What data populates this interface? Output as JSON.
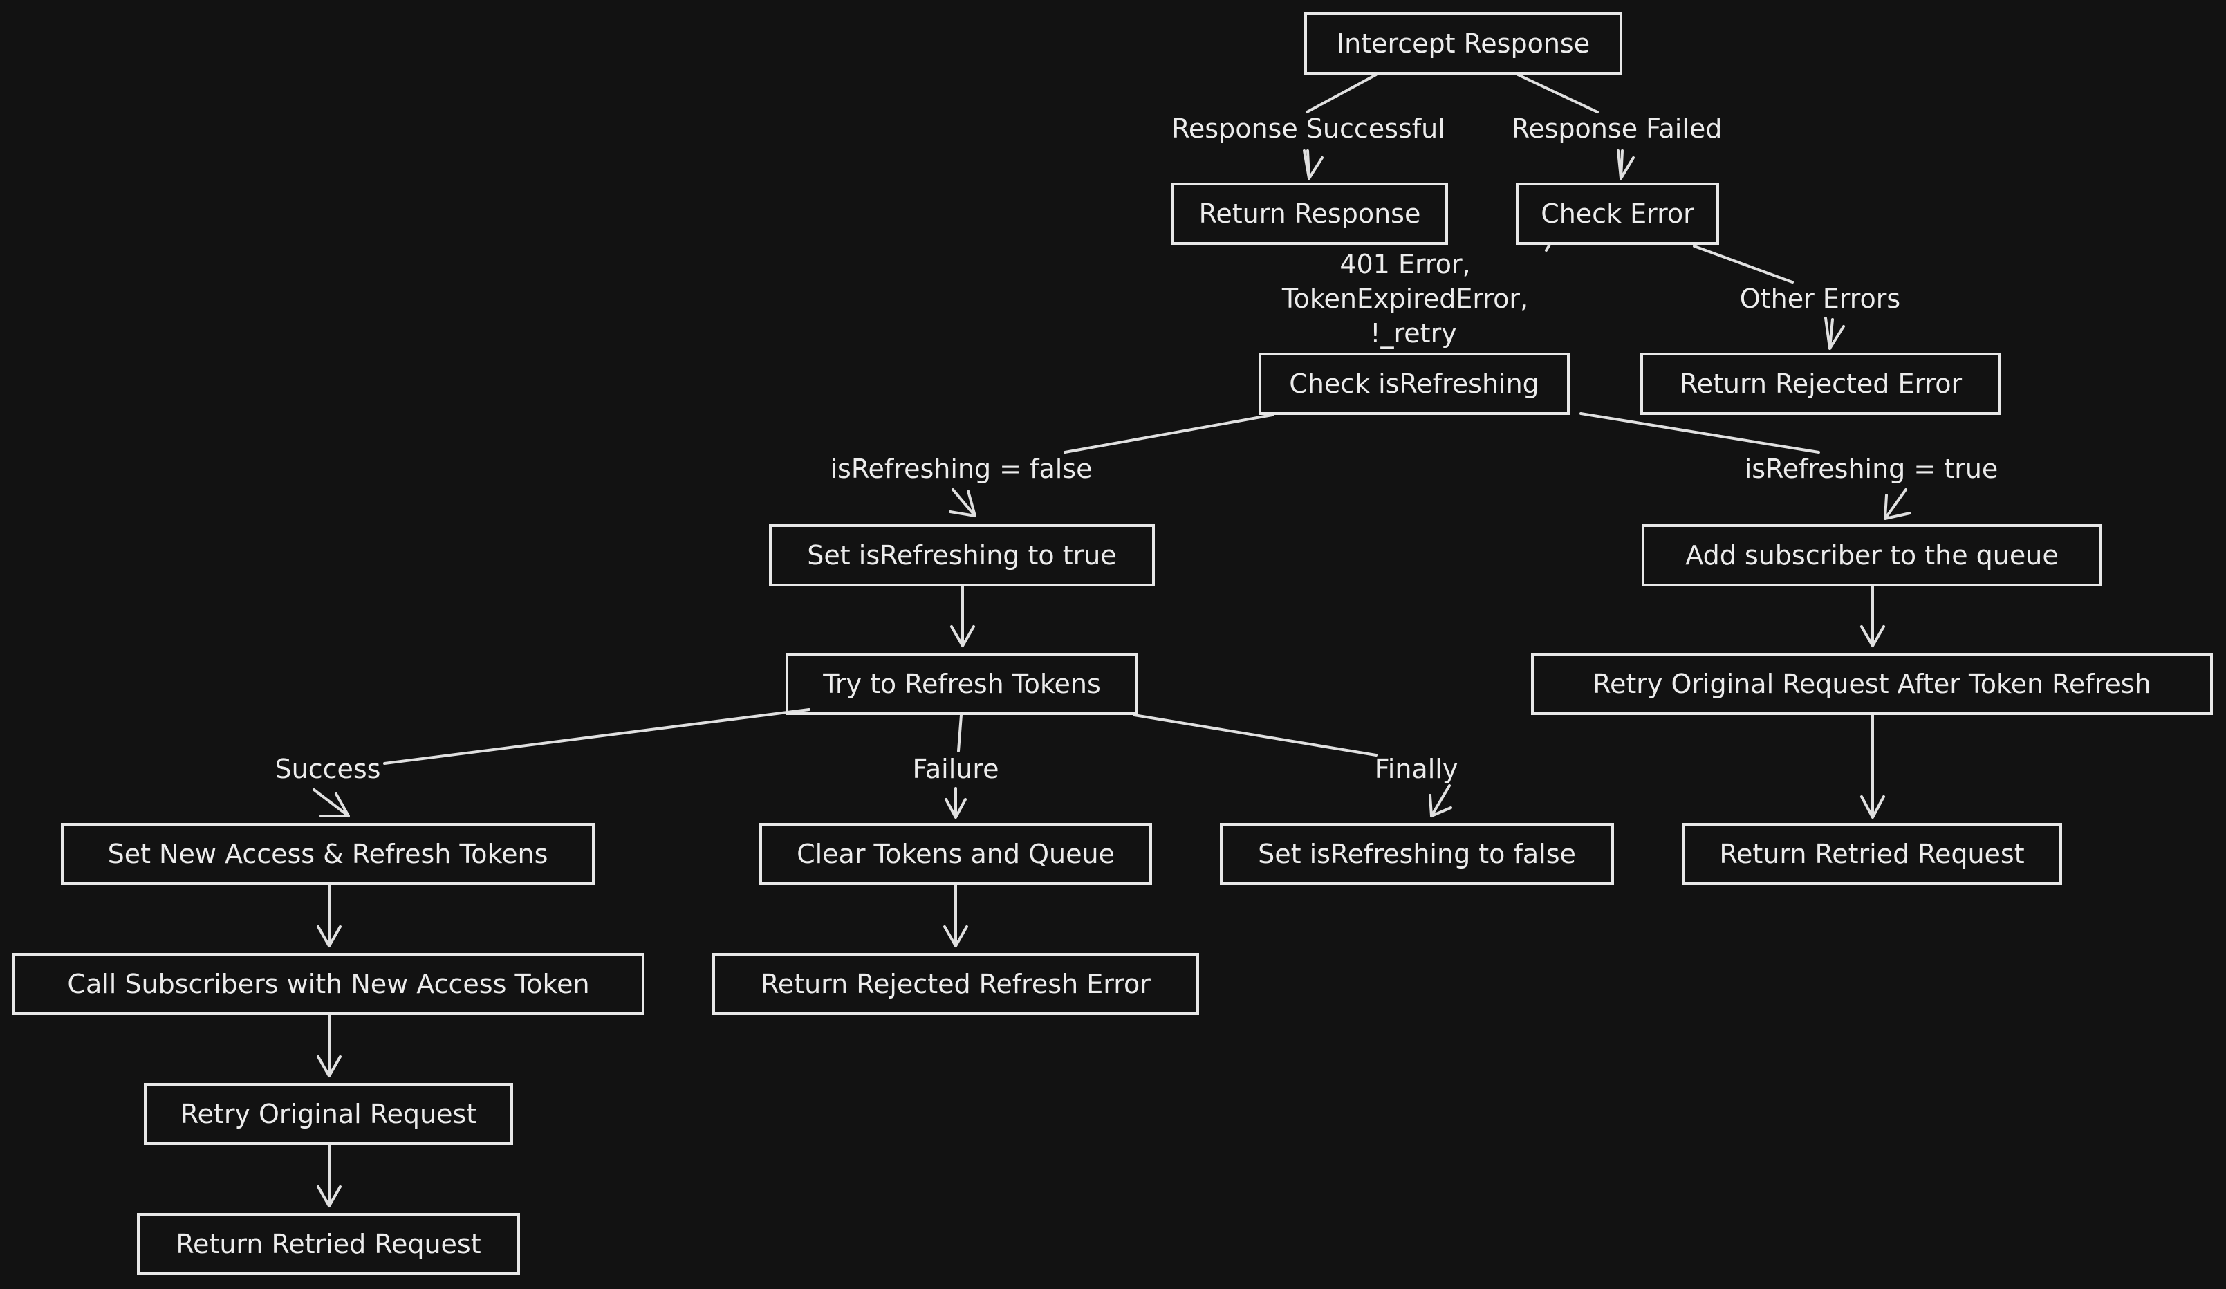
{
  "nodes": {
    "intercept_response": "Intercept Response",
    "return_response": "Return Response",
    "check_error": "Check Error",
    "check_is_refreshing": "Check isRefreshing",
    "return_rejected_error": "Return Rejected Error",
    "set_is_refreshing_true": "Set isRefreshing to true",
    "add_subscriber": "Add subscriber to the queue",
    "try_refresh_tokens": "Try to Refresh Tokens",
    "retry_after_refresh": "Retry Original Request After Token Refresh",
    "set_new_tokens": "Set New Access & Refresh Tokens",
    "clear_tokens_queue": "Clear Tokens and Queue",
    "set_is_refreshing_false": "Set isRefreshing to false",
    "return_retried_request_right": "Return Retried Request",
    "call_subscribers": "Call Subscribers with New Access Token",
    "return_rejected_refresh_error": "Return Rejected Refresh Error",
    "retry_original_request": "Retry Original Request",
    "return_retried_request_left": "Return Retried Request"
  },
  "edge_labels": {
    "response_successful": "Response Successful",
    "response_failed": "Response Failed",
    "error_401_line1": "401 Error,",
    "error_401_line2": "TokenExpiredError,",
    "error_401_line3": "!_retry",
    "other_errors": "Other Errors",
    "is_refreshing_false": "isRefreshing = false",
    "is_refreshing_true": "isRefreshing = true",
    "success": "Success",
    "failure": "Failure",
    "finally": "Finally"
  },
  "colors": {
    "background": "#121212",
    "stroke": "#e8e8e8",
    "text": "#ececec"
  }
}
